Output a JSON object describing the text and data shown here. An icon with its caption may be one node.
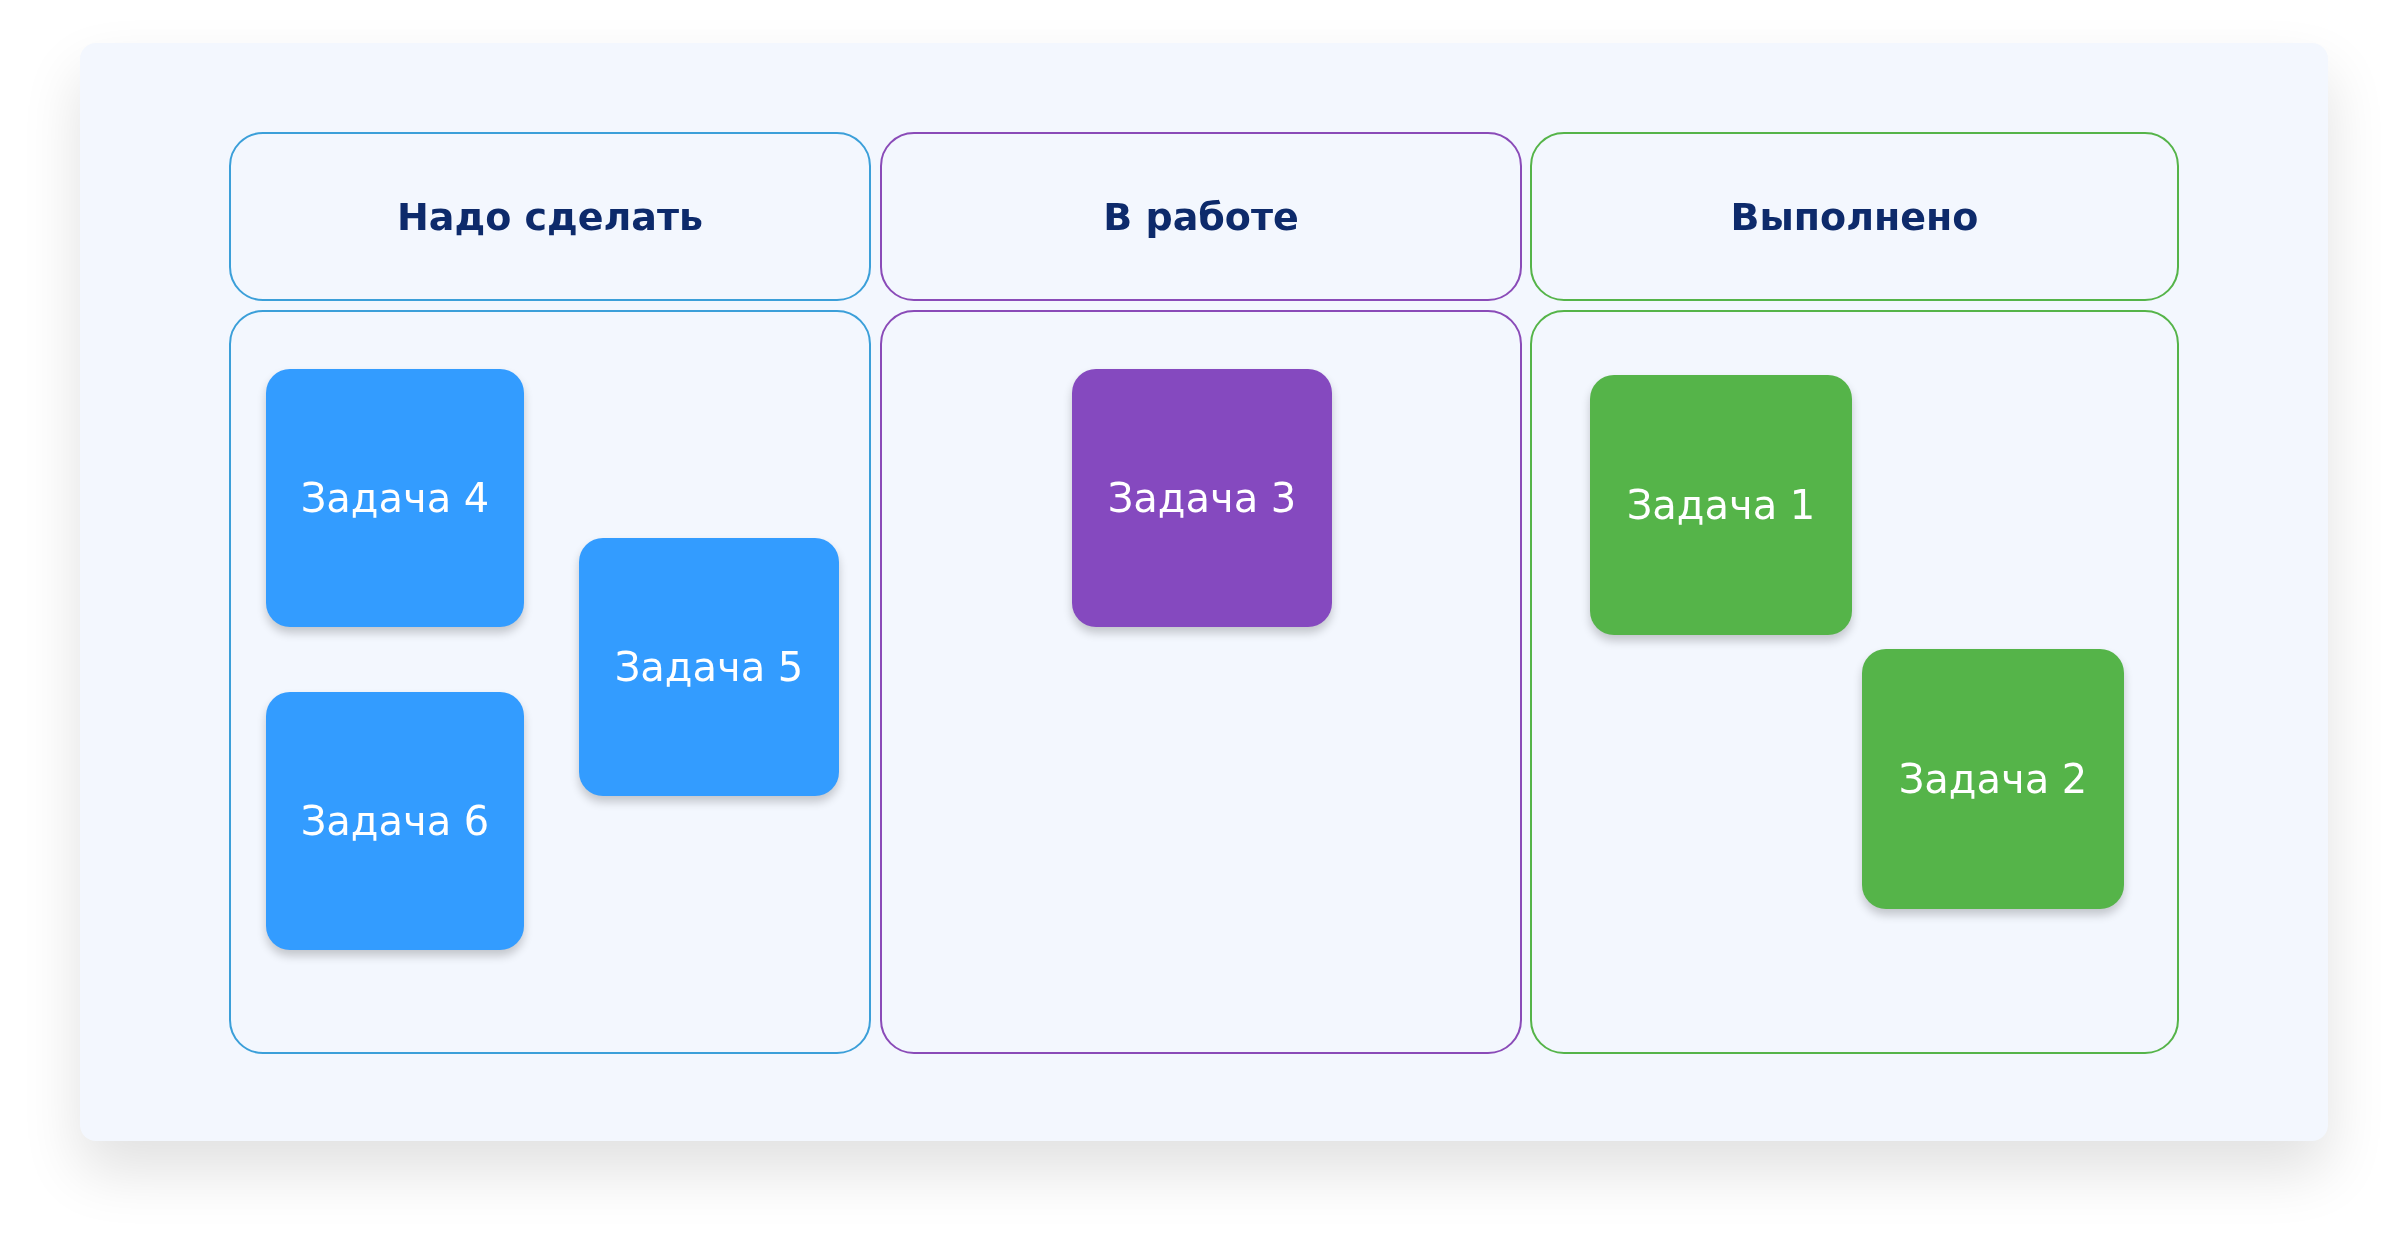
{
  "diagram": {
    "nodes": [
      {
        "text": [
          "Надо сделать"
        ]
      },
      {
        "text": [
          "В работе"
        ]
      },
      {
        "text": [
          "Выполнено"
        ]
      },
      {
        "text": [],
        "shape": "box"
      },
      {
        "text": [],
        "shape": "box"
      },
      {
        "text": [],
        "shape": "box"
      },
      {
        "text": [
          "Задача 4"
        ],
        "in": 3
      },
      {
        "text": [
          "Задача 5"
        ],
        "in": 3
      },
      {
        "text": [
          "Задача 6"
        ],
        "in": 3
      },
      {
        "text": [
          "Задача 3"
        ],
        "in": 4
      },
      {
        "text": [
          "Задача 1"
        ],
        "in": 5
      },
      {
        "text": [
          "Задача 2"
        ],
        "in": 5
      }
    ]
  }
}
